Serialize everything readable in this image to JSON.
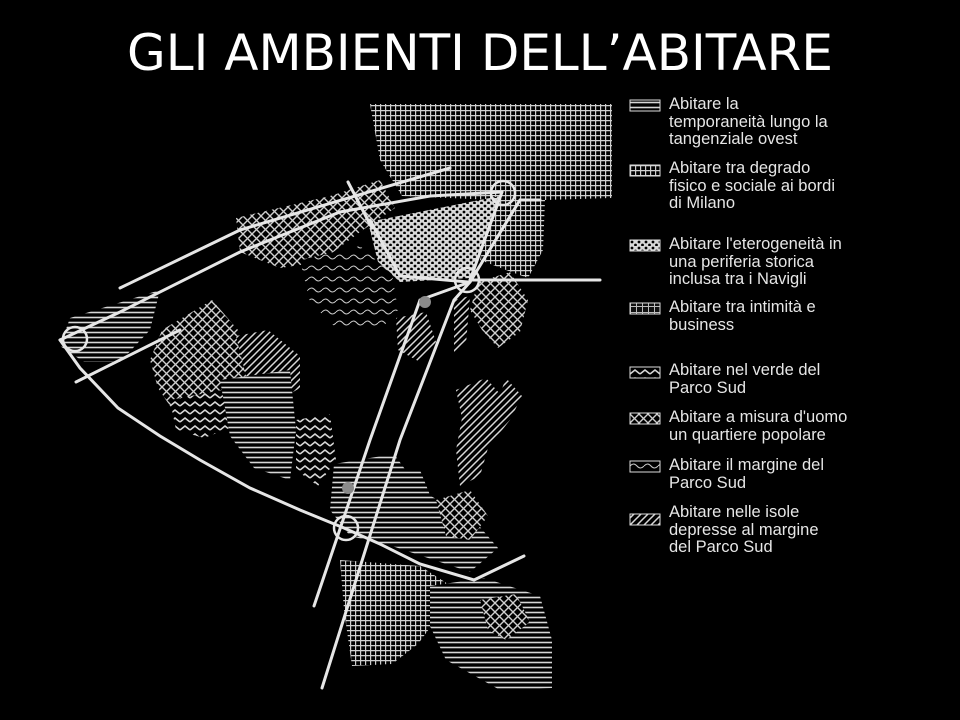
{
  "slide": {
    "title": "GLI AMBIENTI DELL’ABITARE",
    "background_color": "#000000",
    "map_ink_color": "#d9d9d9"
  },
  "legend": {
    "items": [
      {
        "pattern": "horizontal-lines",
        "lines": [
          "Abitare la",
          "temporaneità lungo la",
          "tangenziale ovest"
        ]
      },
      {
        "pattern": "fine-grid",
        "lines": [
          "Abitare tra degrado",
          "fisico e sociale ai bordi",
          "di Milano"
        ]
      },
      {
        "pattern": "dots",
        "lines": [
          "Abitare l'eterogeneità in",
          "una periferia storica",
          "inclusa tra i Navigli"
        ]
      },
      {
        "pattern": "coarse-grid",
        "lines": [
          "Abitare tra intimità e",
          "business"
        ]
      },
      {
        "pattern": "zigzag",
        "lines": [
          "Abitare nel verde del",
          "Parco Sud"
        ]
      },
      {
        "pattern": "crosshatch",
        "lines": [
          "Abitare a misura d'uomo",
          "un quartiere popolare"
        ]
      },
      {
        "pattern": "wave-outline",
        "lines": [
          "Abitare il margine del",
          "Parco Sud"
        ]
      },
      {
        "pattern": "diagonal-lines",
        "lines": [
          "Abitare nelle isole",
          "depresse al margine",
          "del Parco Sud"
        ]
      }
    ]
  }
}
